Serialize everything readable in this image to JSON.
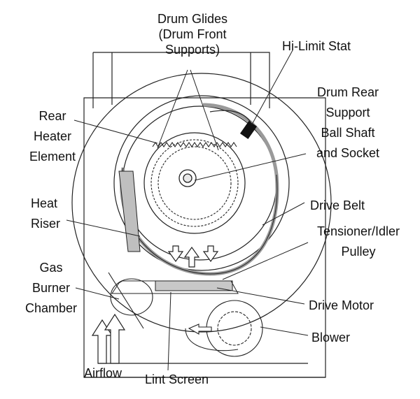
{
  "labels": {
    "drum_glides": [
      "Drum Glides",
      "(Drum Front",
      "Supports)"
    ],
    "hi_limit_stat": "Hi-Limit Stat",
    "drum_rear_support": [
      "Drum Rear",
      "Support",
      "Ball Shaft",
      "and Socket"
    ],
    "rear_heater_element": [
      "Rear",
      "Heater",
      "Element"
    ],
    "heat_riser": [
      "Heat",
      "Riser"
    ],
    "drive_belt": "Drive Belt",
    "tensioner_idler_pulley": [
      "Tensioner/Idler",
      "Pulley"
    ],
    "gas_burner_chamber": [
      "Gas",
      "Burner",
      "Chamber"
    ],
    "drive_motor": "Drive Motor",
    "blower": "Blower",
    "airflow": "Airflow",
    "lint_screen": "Lint Screen"
  },
  "colors": {
    "line": "#222222",
    "belt": "#9a9a9a",
    "riser_fill": "#bfbfbf",
    "motor_fill": "#c8c8c8",
    "stat_fill": "#111111"
  }
}
